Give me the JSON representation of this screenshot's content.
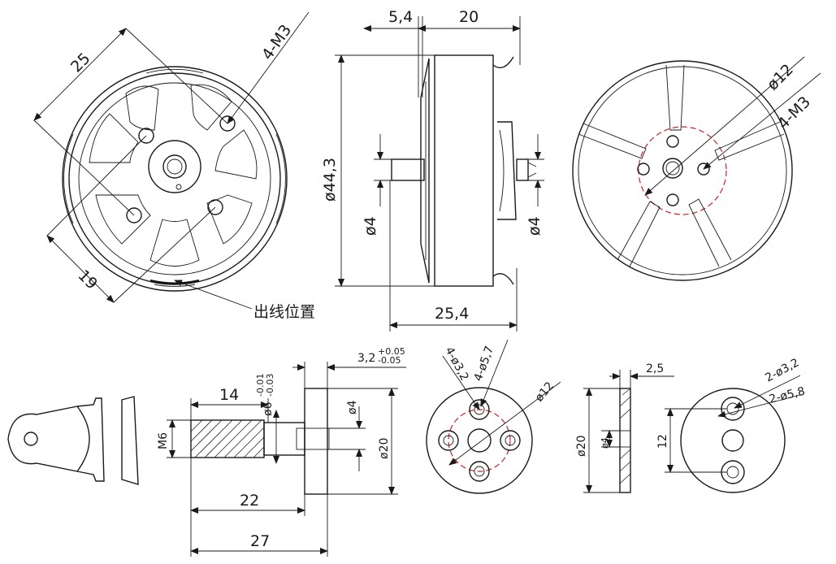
{
  "front_view": {
    "dim_25": "25",
    "dim_19": "19",
    "holes": "4-M3",
    "wire_exit": "出线位置"
  },
  "side_view": {
    "dim_5_4": "5,4",
    "dim_20": "20",
    "dim_dia_44_3": "ø44,3",
    "dim_dia_4_left": "ø4",
    "dim_dia_4_right": "ø4",
    "dim_25_4": "25,4"
  },
  "rear_view": {
    "dim_dia_12": "ø12",
    "holes": "4-M3"
  },
  "prop_adapter": {
    "dim_14": "14",
    "dim_m6": "M6",
    "dim_dia_6_tol_upper": "-0.01",
    "dim_dia_6_tol_lower": "-0.03",
    "dim_dia_6": "ø6",
    "dim_3_2": "3,2",
    "dim_3_2_tol_upper": "+0.05",
    "dim_3_2_tol_lower": "-0.05",
    "dim_dia_4": "ø4",
    "dim_dia_20": "ø20",
    "dim_22": "22",
    "dim_27": "27"
  },
  "adapter_face": {
    "holes_small": "4-ø3,2",
    "holes_large": "4-ø5,7",
    "dim_dia_12": "ø12"
  },
  "washer_side": {
    "dim_2_5": "2,5",
    "dim_dia_20": "ø20",
    "dim_dia_4": "ø4"
  },
  "washer_face": {
    "dim_12": "12",
    "holes_small": "2-ø3,2",
    "holes_large": "2-ø5,8"
  }
}
